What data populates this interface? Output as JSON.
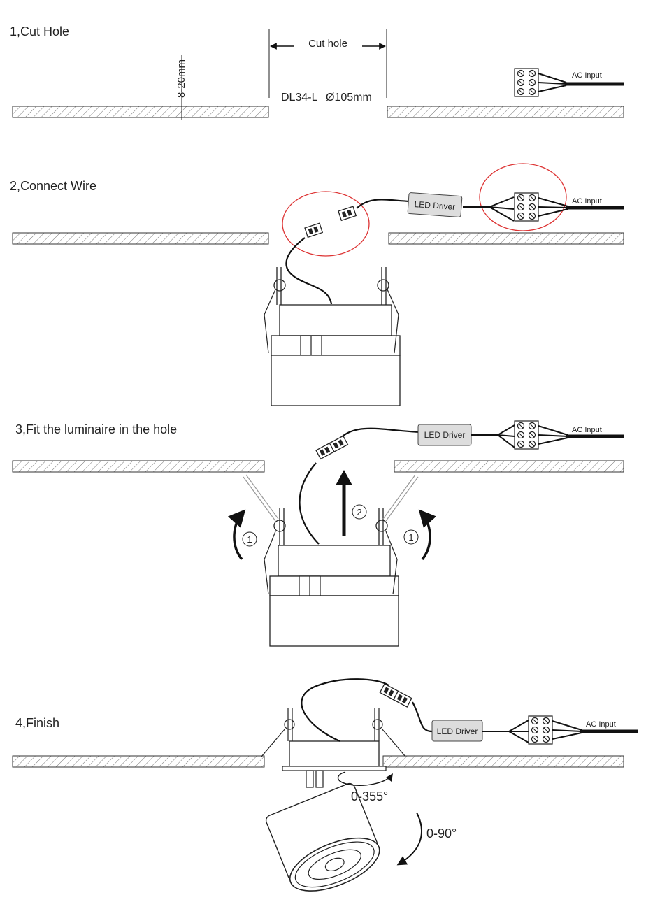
{
  "steps": [
    {
      "number": "1",
      "title": "1,Cut Hole"
    },
    {
      "number": "2",
      "title": "2,Connect Wire"
    },
    {
      "number": "3",
      "title": "3,Fit the luminaire in the hole"
    },
    {
      "number": "4",
      "title": "4,Finish"
    }
  ],
  "step1": {
    "depth_label": "8-20mm",
    "cut_hole_label": "Cut hole",
    "model_label": "DL34-L",
    "diameter_label": "Ø105mm",
    "ac_input_label": "AC Input"
  },
  "step2": {
    "driver_label": "LED Driver",
    "ac_input_label": "AC Input"
  },
  "step3": {
    "driver_label": "LED Driver",
    "ac_input_label": "AC Input",
    "marker_spring": "1",
    "marker_lift": "2"
  },
  "step4": {
    "driver_label": "LED Driver",
    "ac_input_label": "AC Input",
    "rotation_label": "0-355°",
    "tilt_label": "0-90°"
  }
}
